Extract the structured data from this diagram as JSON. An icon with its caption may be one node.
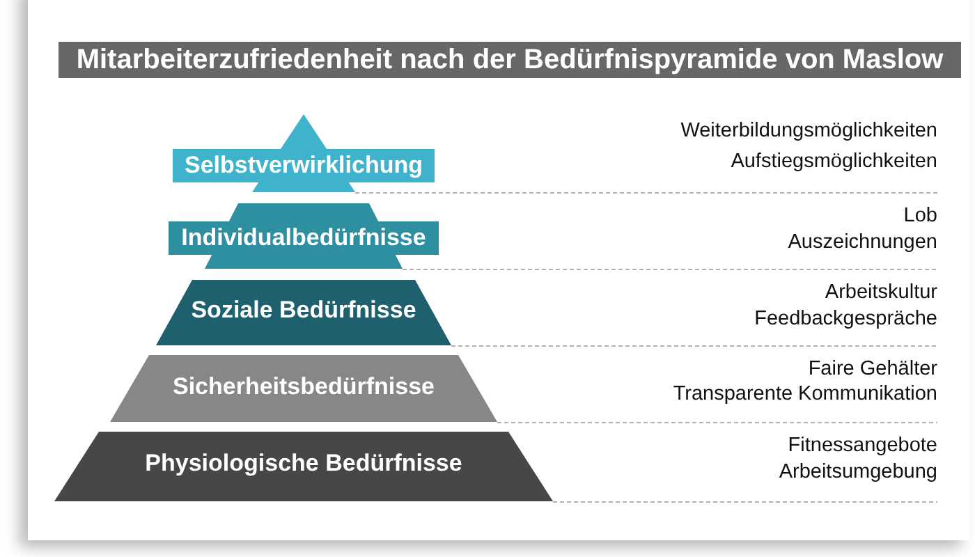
{
  "diagram": {
    "title": "Mitarbeiterzufriedenheit nach der Bedürfnispyramide von Maslow",
    "nodes": [
      {
        "text": [
          "Selbstverwirklichung"
        ],
        "beside": [
          "Weiterbildungsmöglichkeiten",
          "Aufstiegsmöglichkeiten"
        ]
      },
      {
        "text": [
          "Individualbedürfnisse"
        ],
        "beside": [
          "Lob",
          "Auszeichnungen"
        ]
      },
      {
        "text": [
          "Soziale Bedürfnisse"
        ],
        "beside": [
          "Arbeitskultur",
          "Feedbackgespräche"
        ]
      },
      {
        "text": [
          "Sicherheitsbedürfnisse"
        ],
        "beside": [
          "Faire Gehälter",
          "Transparente Kommunikation"
        ]
      },
      {
        "text": [
          "Physiologische Bedürfnisse"
        ],
        "beside": [
          "Fitnessangebote",
          "Arbeitsumgebung"
        ]
      }
    ]
  }
}
